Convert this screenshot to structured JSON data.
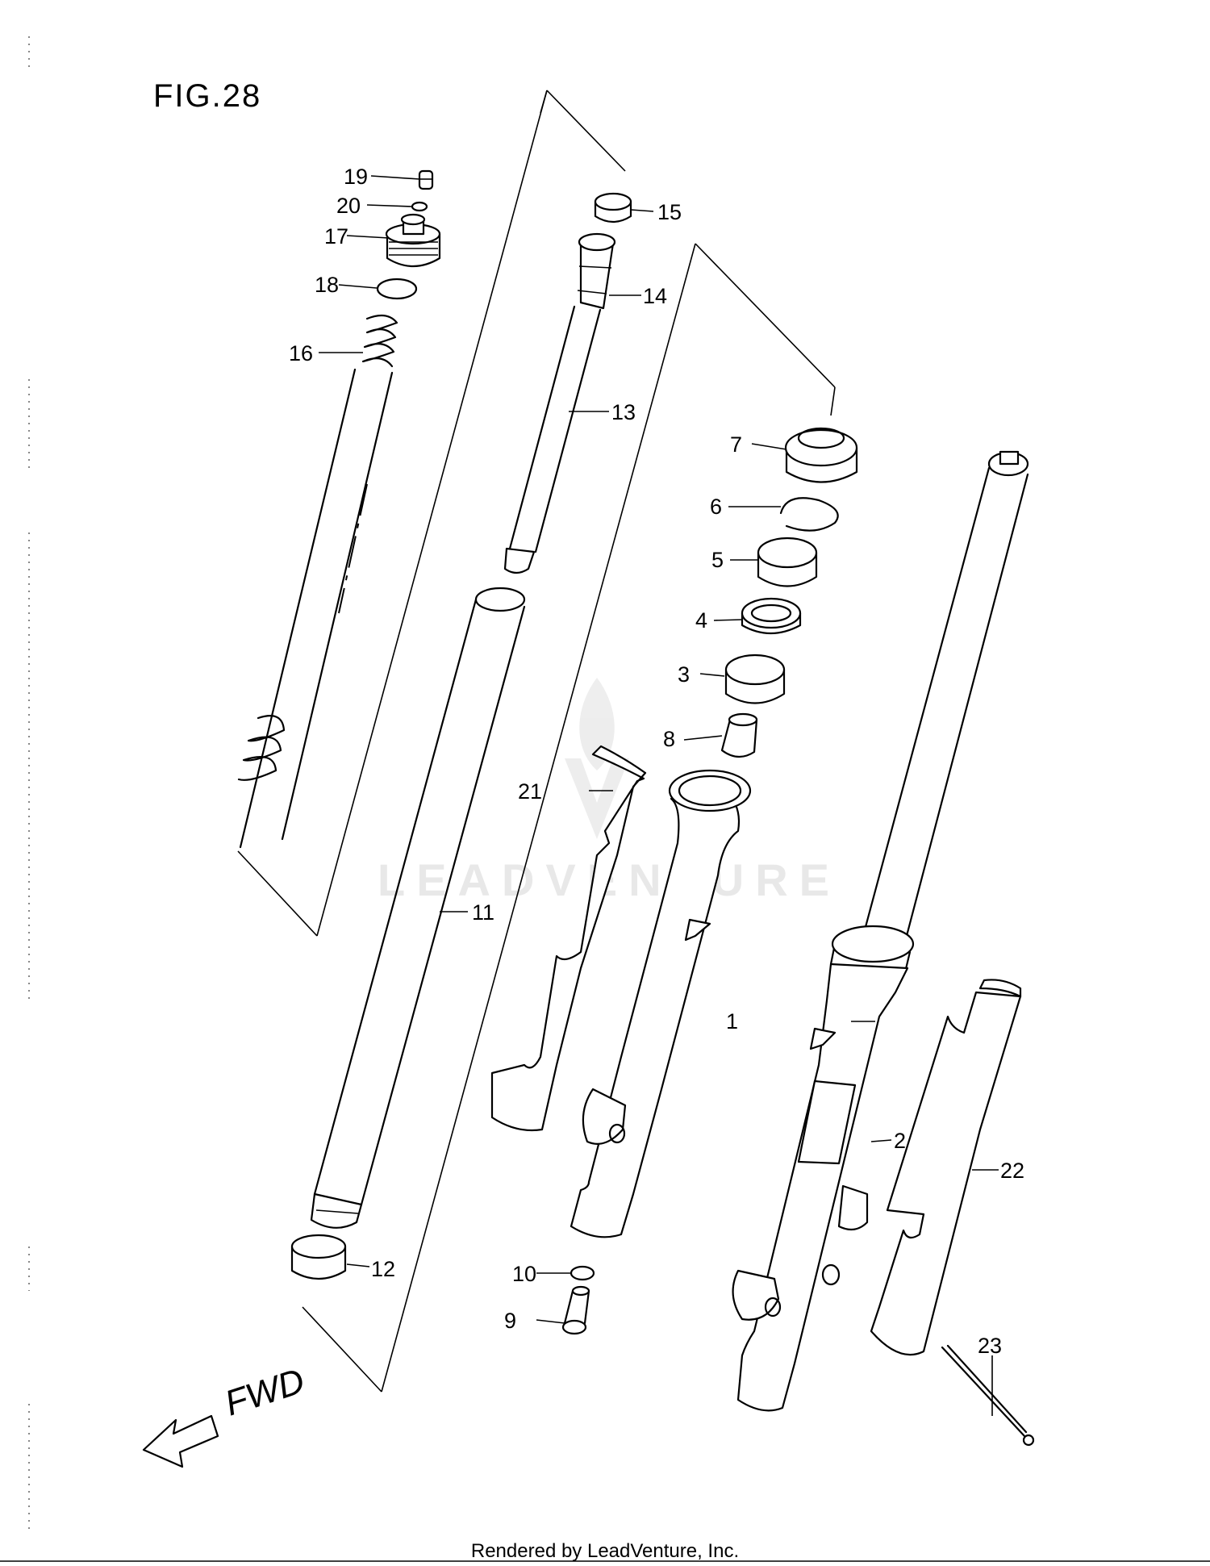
{
  "figure": {
    "title": "FIG.28",
    "direction_label": "FWD"
  },
  "watermark": {
    "text": "LEADVENTURE"
  },
  "callouts": [
    {
      "number": "1"
    },
    {
      "number": "2"
    },
    {
      "number": "3"
    },
    {
      "number": "4"
    },
    {
      "number": "5"
    },
    {
      "number": "6"
    },
    {
      "number": "7"
    },
    {
      "number": "8"
    },
    {
      "number": "9"
    },
    {
      "number": "10"
    },
    {
      "number": "11"
    },
    {
      "number": "12"
    },
    {
      "number": "13"
    },
    {
      "number": "14"
    },
    {
      "number": "15"
    },
    {
      "number": "16"
    },
    {
      "number": "17"
    },
    {
      "number": "18"
    },
    {
      "number": "19"
    },
    {
      "number": "20"
    },
    {
      "number": "21"
    },
    {
      "number": "22"
    },
    {
      "number": "23"
    }
  ],
  "footer": {
    "text": "Rendered by LeadVenture, Inc."
  }
}
